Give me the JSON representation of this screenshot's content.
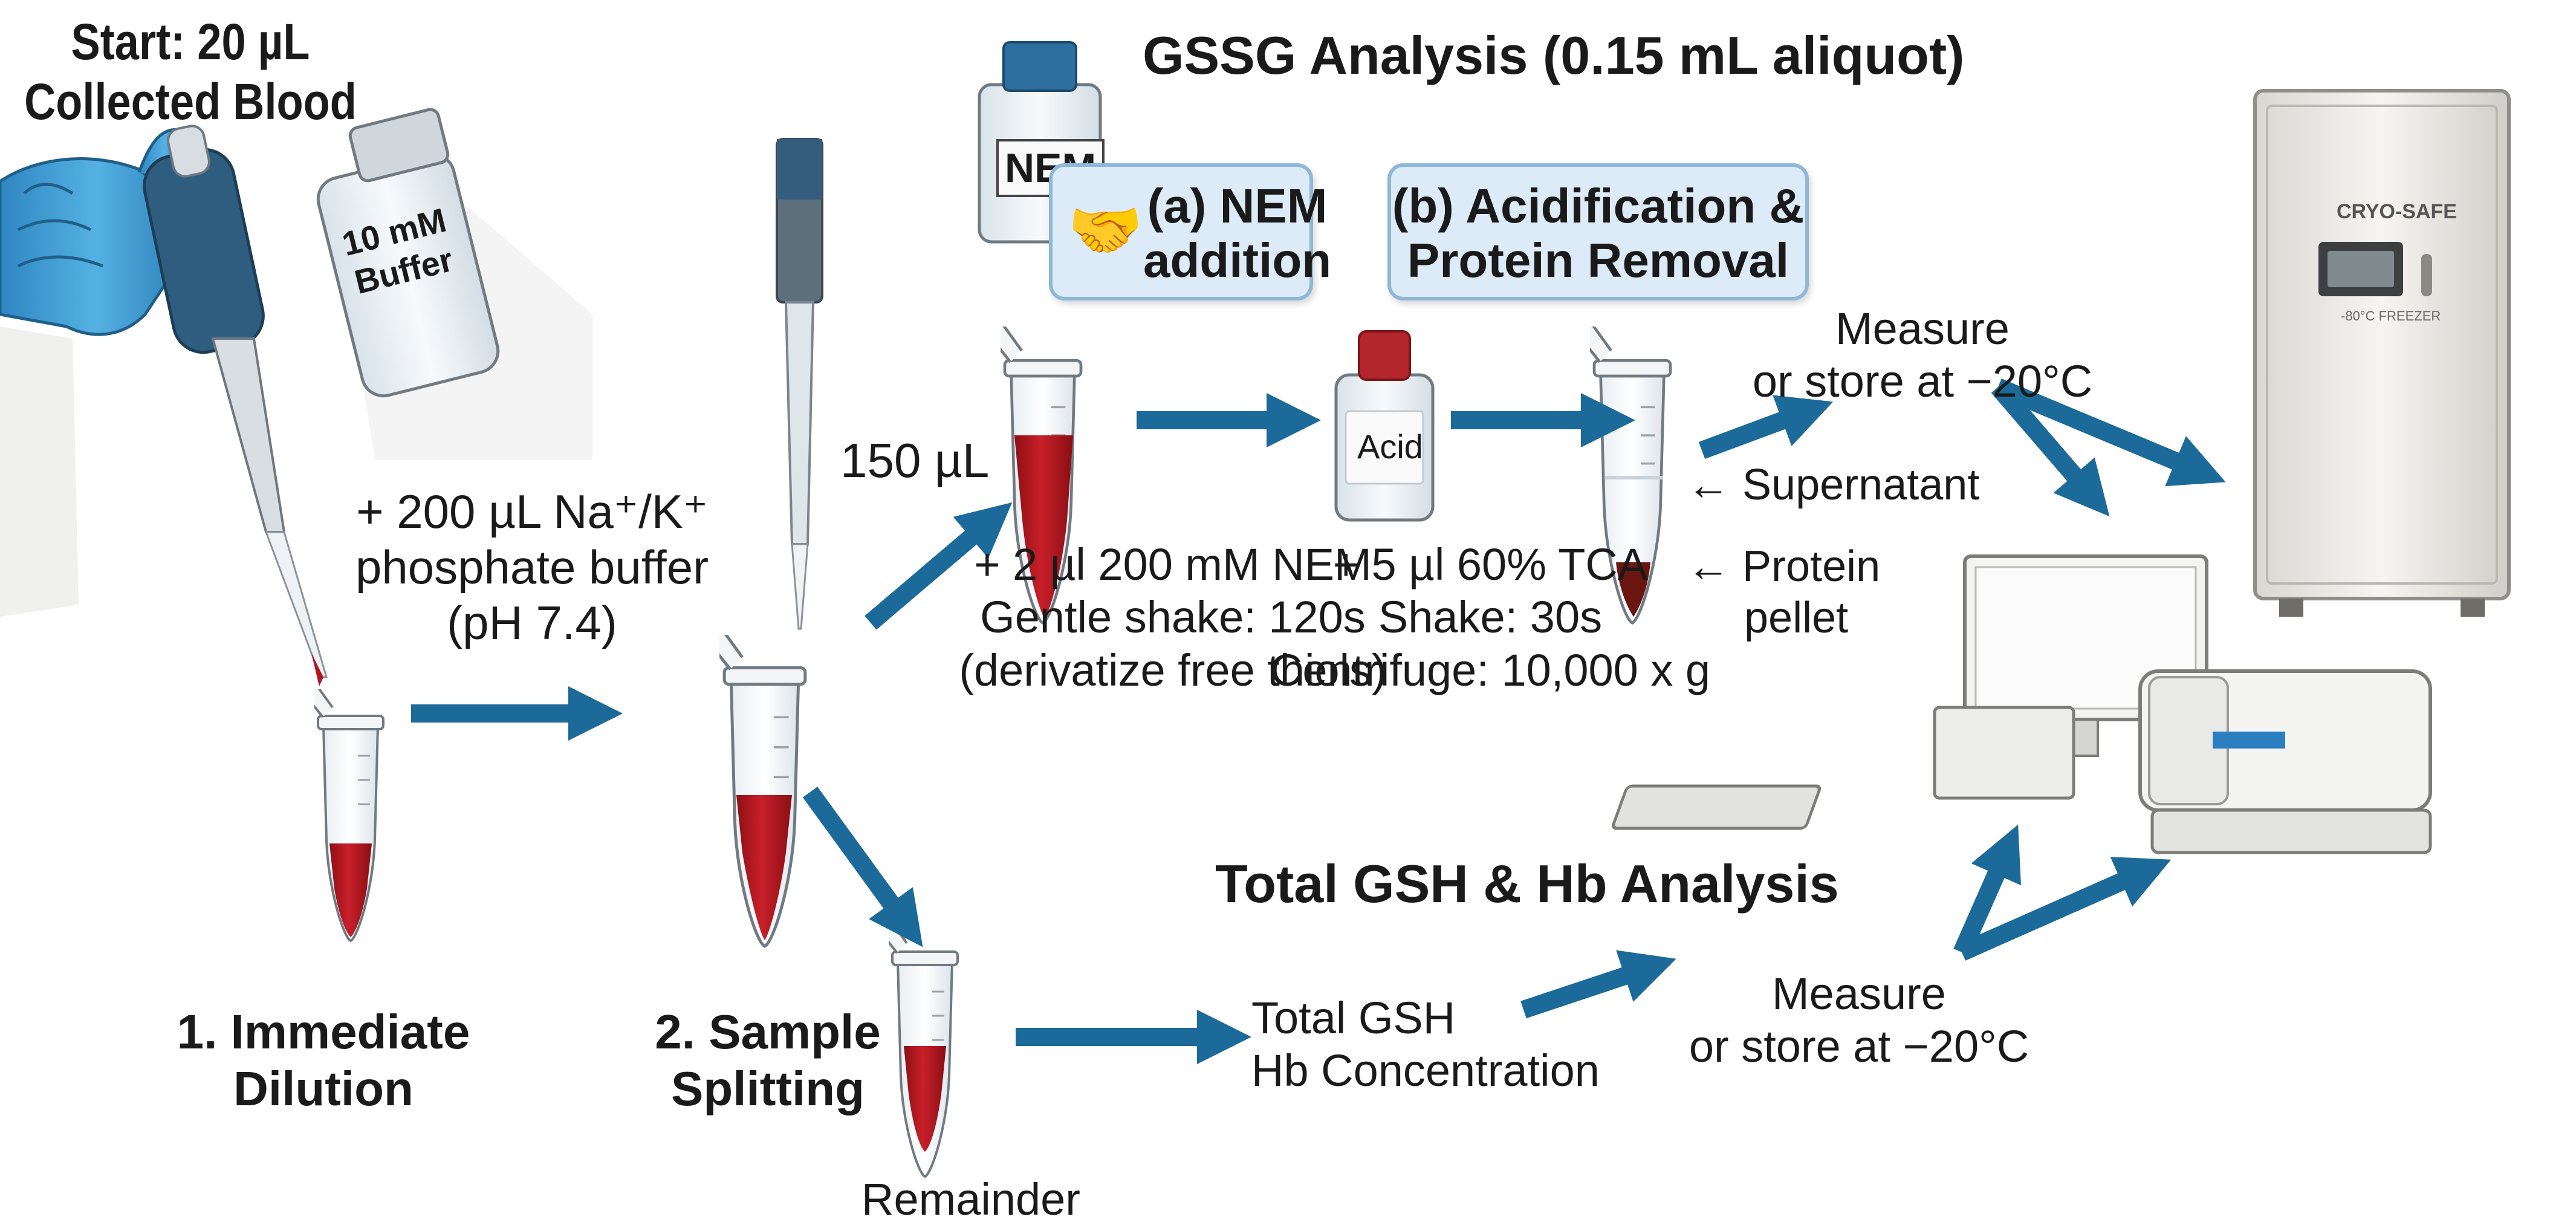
{
  "colors": {
    "arrow": "#1b6a9a",
    "blood": "#b01820",
    "callout_fill": "#dcebf7",
    "callout_border": "#8fb8d8",
    "glove": "#3e9fd6",
    "freezer": "#ecebe7"
  },
  "start": {
    "line1": "Start: 20 µL",
    "line2": "Collected Blood"
  },
  "buffer_bottle": {
    "line1": "10 mM",
    "line2": "Buffer"
  },
  "buffer_note": {
    "line1": "+ 200 µL Na⁺/K⁺",
    "line2": "phosphate buffer",
    "line3": "(pH 7.4)"
  },
  "step1": {
    "line1": "1. Immediate",
    "line2": "Dilution"
  },
  "step2": {
    "line1": "2. Sample",
    "line2": "Splitting"
  },
  "gssg": {
    "title": "GSSG Analysis (0.15 mL aliquot)",
    "volume": "150 µL",
    "nem_bottle": "NEM",
    "callout_a": {
      "line1": "(a) NEM",
      "line2": "addition"
    },
    "callout_b": {
      "line1": "(b) Acidification &",
      "line2": "Protein Removal"
    },
    "step_a": {
      "line1": "+ 2 µl 200 mM NEM",
      "line2": "Gentle shake: 120s",
      "line3": "(derivatize free thiols)"
    },
    "acid_bottle": "Acid",
    "step_b": {
      "line1": "+ 5 µl 60% TCA",
      "line2": "Shake: 30s",
      "line3": "Centrifuge: 10,000 x g"
    },
    "supernatant": "Supernatant",
    "pellet": {
      "line1": "Protein",
      "line2": "pellet"
    },
    "measure": {
      "line1": "Measure",
      "line2": "or store at −20°C"
    }
  },
  "total": {
    "title": "Total GSH & Hb Analysis",
    "remainder": "Remainder",
    "result": {
      "line1": "Total GSH",
      "line2": "Hb Concentration"
    },
    "measure": {
      "line1": "Measure",
      "line2": "or store at −20°C"
    }
  },
  "freezer": {
    "brand": "CRYO-SAFE",
    "model": "-80°C FREEZER"
  }
}
